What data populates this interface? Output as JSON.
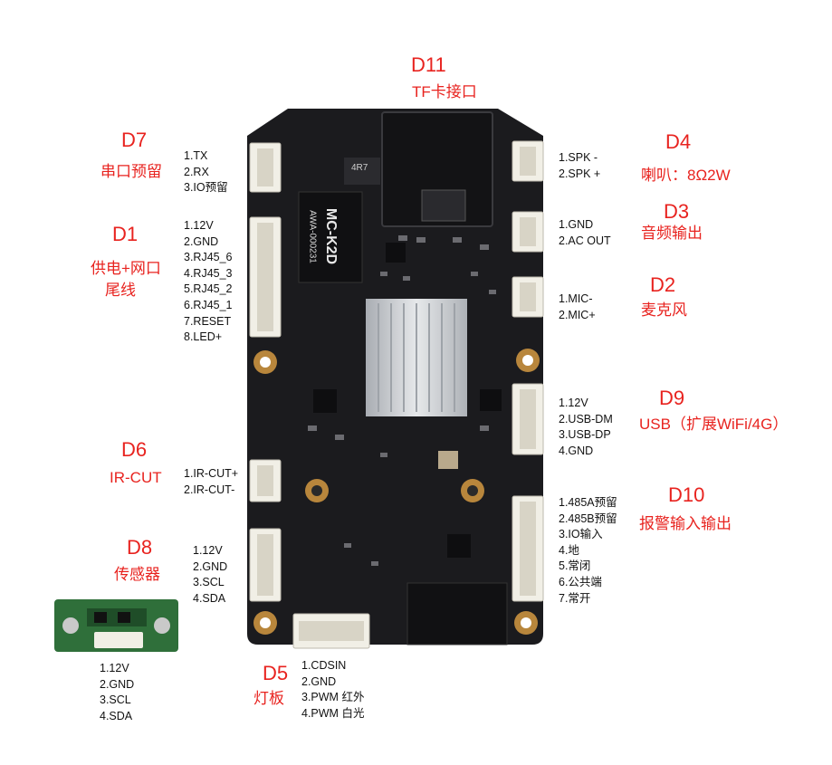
{
  "board": {
    "silk_model": "MC-K2D",
    "silk_code": "AWA-000231",
    "silk_inductor": "4R7"
  },
  "blocks": {
    "d11": {
      "code": "D11",
      "name": "TF卡接口",
      "pins": []
    },
    "d7": {
      "code": "D7",
      "name": "串口预留",
      "pins": [
        "1.TX",
        "2.RX",
        "3.IO预留"
      ]
    },
    "d1": {
      "code": "D1",
      "name": "供电+网口",
      "name2": "尾线",
      "pins": [
        "1.12V",
        "2.GND",
        "3.RJ45_6",
        "4.RJ45_3",
        "5.RJ45_2",
        "6.RJ45_1",
        "7.RESET",
        "8.LED+"
      ]
    },
    "d4": {
      "code": "D4",
      "name": "喇叭：8Ω2W",
      "pins": [
        "1.SPK -",
        "2.SPK +"
      ]
    },
    "d3": {
      "code": "D3",
      "name": "音频输出",
      "pins": [
        "1.GND",
        "2.AC OUT"
      ]
    },
    "d2": {
      "code": "D2",
      "name": "麦克风",
      "pins": [
        "1.MIC-",
        "2.MIC+"
      ]
    },
    "d9": {
      "code": "D9",
      "name": "USB（扩展WiFi/4G）",
      "pins": [
        "1.12V",
        "2.USB-DM",
        "3.USB-DP",
        "4.GND"
      ]
    },
    "d10": {
      "code": "D10",
      "name": "报警输入输出",
      "pins": [
        "1.485A预留",
        "2.485B预留",
        "3.IO输入",
        "4.地",
        "5.常闭",
        "6.公共端",
        "7.常开"
      ]
    },
    "d6": {
      "code": "D6",
      "name": "IR-CUT",
      "pins": [
        "1.IR-CUT+",
        "2.IR-CUT-"
      ]
    },
    "d8": {
      "code": "D8",
      "name": "传感器",
      "pins": [
        "1.12V",
        "2.GND",
        "3.SCL",
        "4.SDA"
      ]
    },
    "d5": {
      "code": "D5",
      "name": "灯板",
      "pins": [
        "1.CDSIN",
        "2.GND",
        "3.PWM 红外",
        "4.PWM 白光"
      ]
    },
    "sensor": {
      "pins": [
        "1.12V",
        "2.GND",
        "3.SCL",
        "4.SDA"
      ]
    }
  },
  "colors": {
    "label": "#e8231f",
    "pcb": "#1b1b1e",
    "heatsink": "#c9ccd0",
    "connector": "#f1efe6",
    "sensor_pcb": "#2f6f3a"
  }
}
